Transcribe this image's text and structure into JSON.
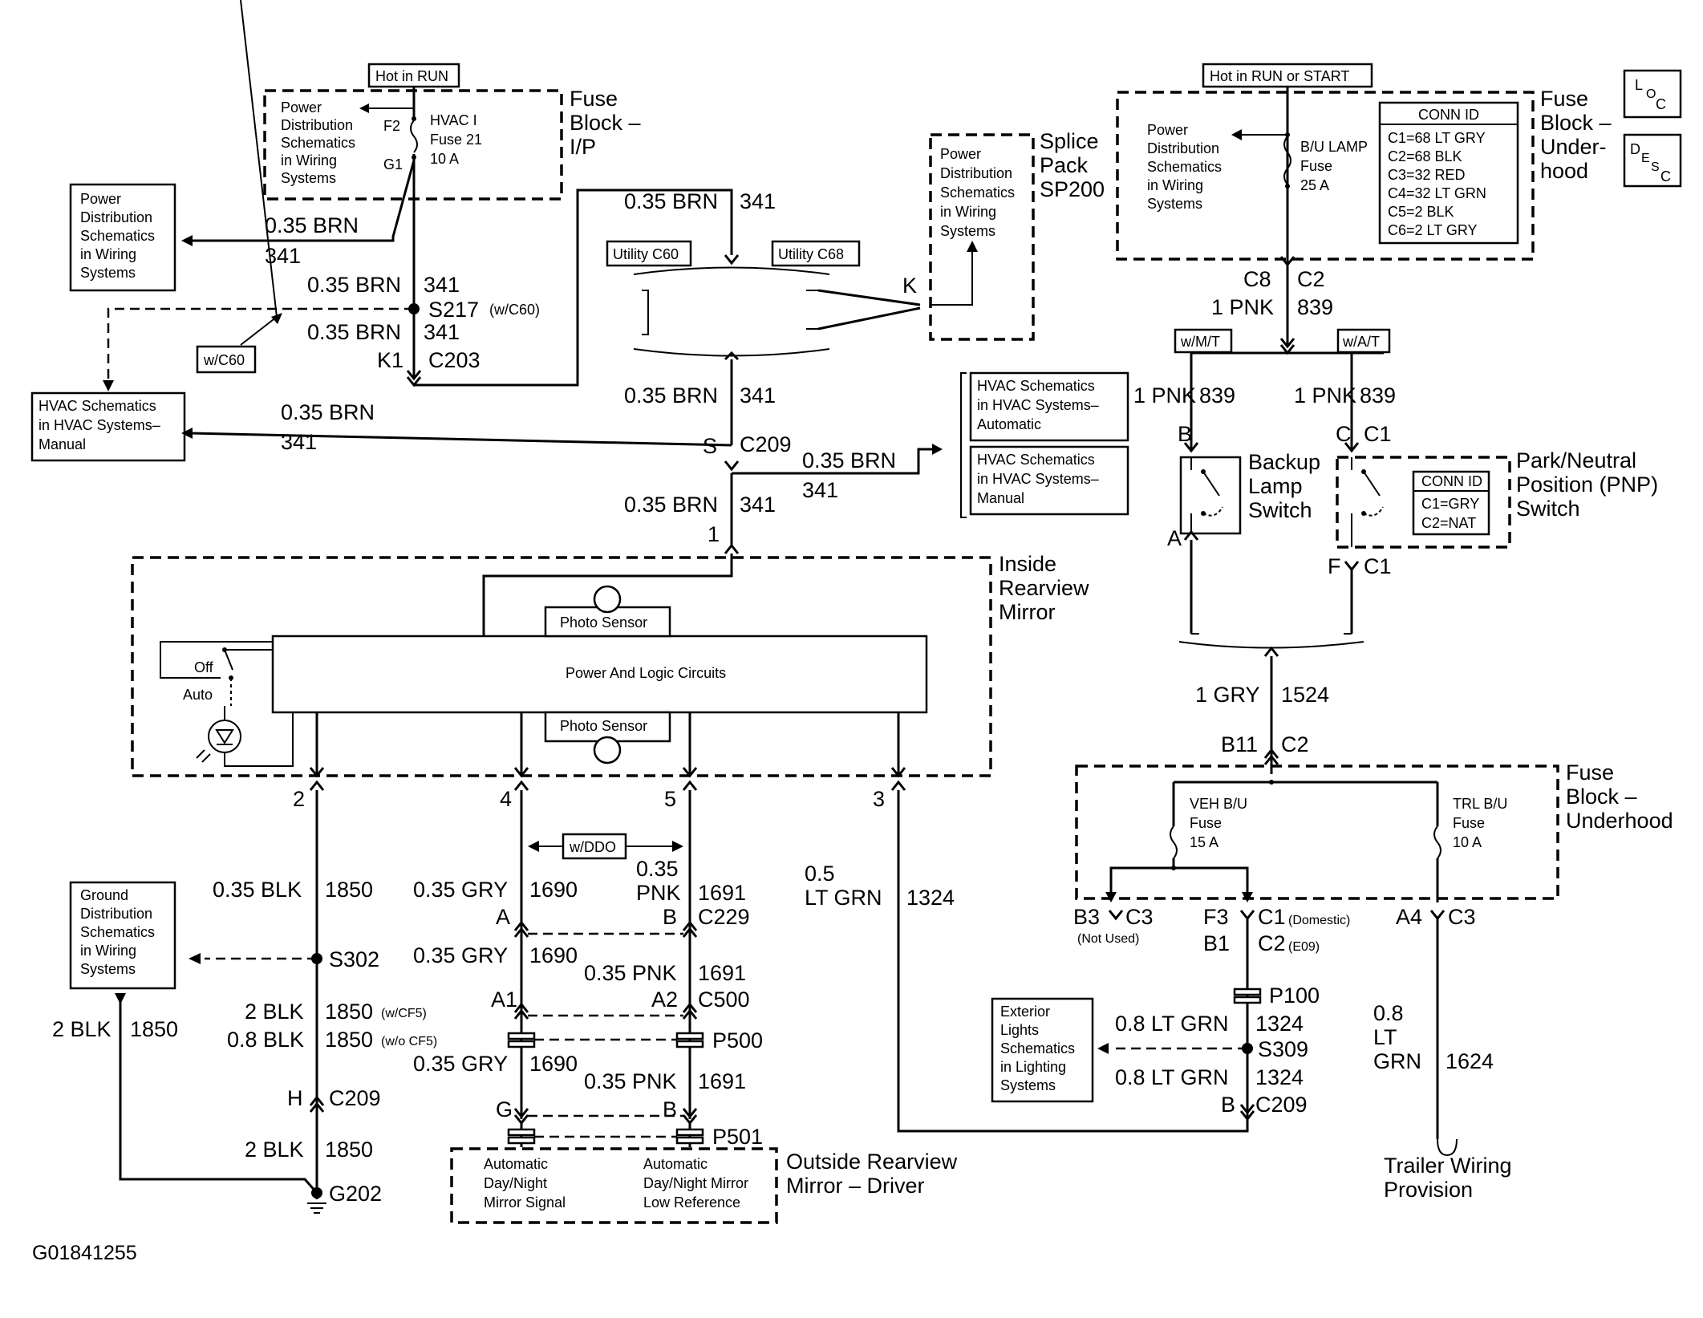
{
  "diagram_id": "G01841255",
  "power_labels": {
    "hot_in_run": "Hot in RUN",
    "hot_in_run_or_start": "Hot in RUN or START"
  },
  "fuse_block_ip": {
    "title": [
      "Fuse",
      "Block –",
      "I/P"
    ],
    "power_dist": [
      "Power",
      "Distribution",
      "Schematics",
      "in Wiring",
      "Systems"
    ],
    "f2": "F2",
    "g1": "G1",
    "fuse_name": "HVAC I",
    "fuse_num": "Fuse 21",
    "fuse_amp": "10 A"
  },
  "fuse_block_underhood_top": {
    "title": [
      "Fuse",
      "Block –",
      "Under-",
      "hood"
    ],
    "power_dist": [
      "Power",
      "Distribution",
      "Schematics",
      "in Wiring",
      "Systems"
    ],
    "fuse_name": "B/U LAMP",
    "fuse_word": "Fuse",
    "fuse_amp": "25 A",
    "conn_id_title": "CONN ID",
    "conn_ids": [
      "C1=68 LT GRY",
      "C2=68 BLK",
      "C3=32 RED",
      "C4=32 LT GRN",
      "C5=2 BLK",
      "C6=2 LT GRY"
    ]
  },
  "loc_icon": {
    "a": "L",
    "b": "O",
    "c": "C"
  },
  "desc_icon": {
    "a": "D",
    "b": "E",
    "c": "S",
    "d": "C"
  },
  "left_power_dist": [
    "Power",
    "Distribution",
    "Schematics",
    "in Wiring",
    "Systems"
  ],
  "hvac_manual_left": [
    "HVAC Schematics",
    "in HVAC Systems–",
    "Manual"
  ],
  "hvac_automatic": [
    "HVAC Schematics",
    "in HVAC Systems–",
    "Automatic"
  ],
  "hvac_manual_right": [
    "HVAC Schematics",
    "in HVAC Systems–",
    "Manual"
  ],
  "splice_pack": {
    "title": [
      "Splice",
      "Pack",
      "SP200"
    ],
    "power_dist": [
      "Power",
      "Distribution",
      "Schematics",
      "in Wiring",
      "Systems"
    ],
    "k": "K"
  },
  "utility_c60": "Utility C60",
  "utility_c68": "Utility C68",
  "w_c60": "w/C60",
  "wire_labels": {
    "brn035": "0.35 BRN",
    "c341": "341",
    "s217": "S217",
    "s217_note": "(w/C60)",
    "k1": "K1",
    "c203": "C203",
    "s": "S",
    "c209": "C209",
    "pin1": "1"
  },
  "mirror": {
    "title": [
      "Inside",
      "Rearview",
      "Mirror"
    ],
    "photo_sensor_top": "Photo Sensor",
    "photo_sensor_bottom": "Photo Sensor",
    "logic": "Power And Logic Circuits",
    "off": "Off",
    "auto": "Auto"
  },
  "pins": {
    "p2": "2",
    "p4": "4",
    "p5": "5",
    "p3": "3"
  },
  "circuit_2": {
    "a": "0.35 BLK",
    "a_num": "1850",
    "s302": "S302",
    "b1": "2 BLK",
    "b1_num": "1850",
    "b1_note": "(w/CF5)",
    "b2": "0.8 BLK",
    "b2_num": "1850",
    "b2_note": "(w/o CF5)",
    "h": "H",
    "c209": "C209",
    "c": "2 BLK",
    "c_num": "1850",
    "g202": "G202",
    "side": "2 BLK",
    "side_num": "1850"
  },
  "ground_dist": [
    "Ground",
    "Distribution",
    "Schematics",
    "in Wiring",
    "Systems"
  ],
  "circuit_4_5": {
    "w_ddo": "w/DDO",
    "gry035": "0.35 GRY",
    "n1690": "1690",
    "pnk035_a": "0.35",
    "pnk035_b": "PNK",
    "n1691": "1691",
    "pnk035": "0.35 PNK",
    "a": "A",
    "b": "B",
    "c229": "C229",
    "a1": "A1",
    "a2": "A2",
    "c500": "C500",
    "p500": "P500",
    "g": "G",
    "b2": "B",
    "p501": "P501"
  },
  "outside_mirror": {
    "title": [
      "Outside Rearview",
      "Mirror – Driver"
    ],
    "sig": [
      "Automatic",
      "Day/Night",
      "Mirror Signal"
    ],
    "ref": [
      "Automatic",
      "Day/Night Mirror",
      "Low Reference"
    ]
  },
  "circuit_3": {
    "a": "0.5",
    "b": "LT GRN",
    "num": "1324"
  },
  "right_side": {
    "c8": "C8",
    "c2": "C2",
    "pnk1": "1 PNK",
    "n839": "839",
    "w_mt": "w/M/T",
    "w_at": "w/A/T",
    "b": "B",
    "c": "C",
    "c1": "C1",
    "a": "A",
    "f": "F",
    "c1b": "C1",
    "backup_title": [
      "Backup",
      "Lamp",
      "Switch"
    ],
    "pnp_title": [
      "Park/Neutral",
      "Position (PNP)",
      "Switch"
    ],
    "pnp_conn_title": "CONN ID",
    "pnp_conn_ids": [
      "C1=GRY",
      "C2=NAT"
    ],
    "gry1": "1 GRY",
    "n1524": "1524",
    "b11": "B11",
    "c2b": "C2"
  },
  "fuse_block_underhood_bottom": {
    "title": [
      "Fuse",
      "Block –",
      "Underhood"
    ],
    "veh_fuse": [
      "VEH B/U",
      "Fuse",
      "15 A"
    ],
    "trl_fuse": [
      "TRL B/U",
      "Fuse",
      "10 A"
    ],
    "b3": "B3",
    "c3": "C3",
    "not_used": "(Not Used)",
    "f3": "F3",
    "c1": "C1",
    "domestic": "(Domestic)",
    "b1": "B1",
    "c2": "C2",
    "e09": "(E09)",
    "a4": "A4",
    "c3b": "C3"
  },
  "right_bottom": {
    "p100": "P100",
    "ltgrn08": "0.8 LT GRN",
    "n1324": "1324",
    "s309": "S309",
    "b": "B",
    "c209": "C209",
    "ext_lights": [
      "Exterior",
      "Lights",
      "Schematics",
      "in Lighting",
      "Systems"
    ],
    "trl_a": "0.8",
    "trl_b": "LT",
    "trl_c": "GRN",
    "n1624": "1624",
    "trailer": [
      "Trailer Wiring",
      "Provision"
    ]
  }
}
